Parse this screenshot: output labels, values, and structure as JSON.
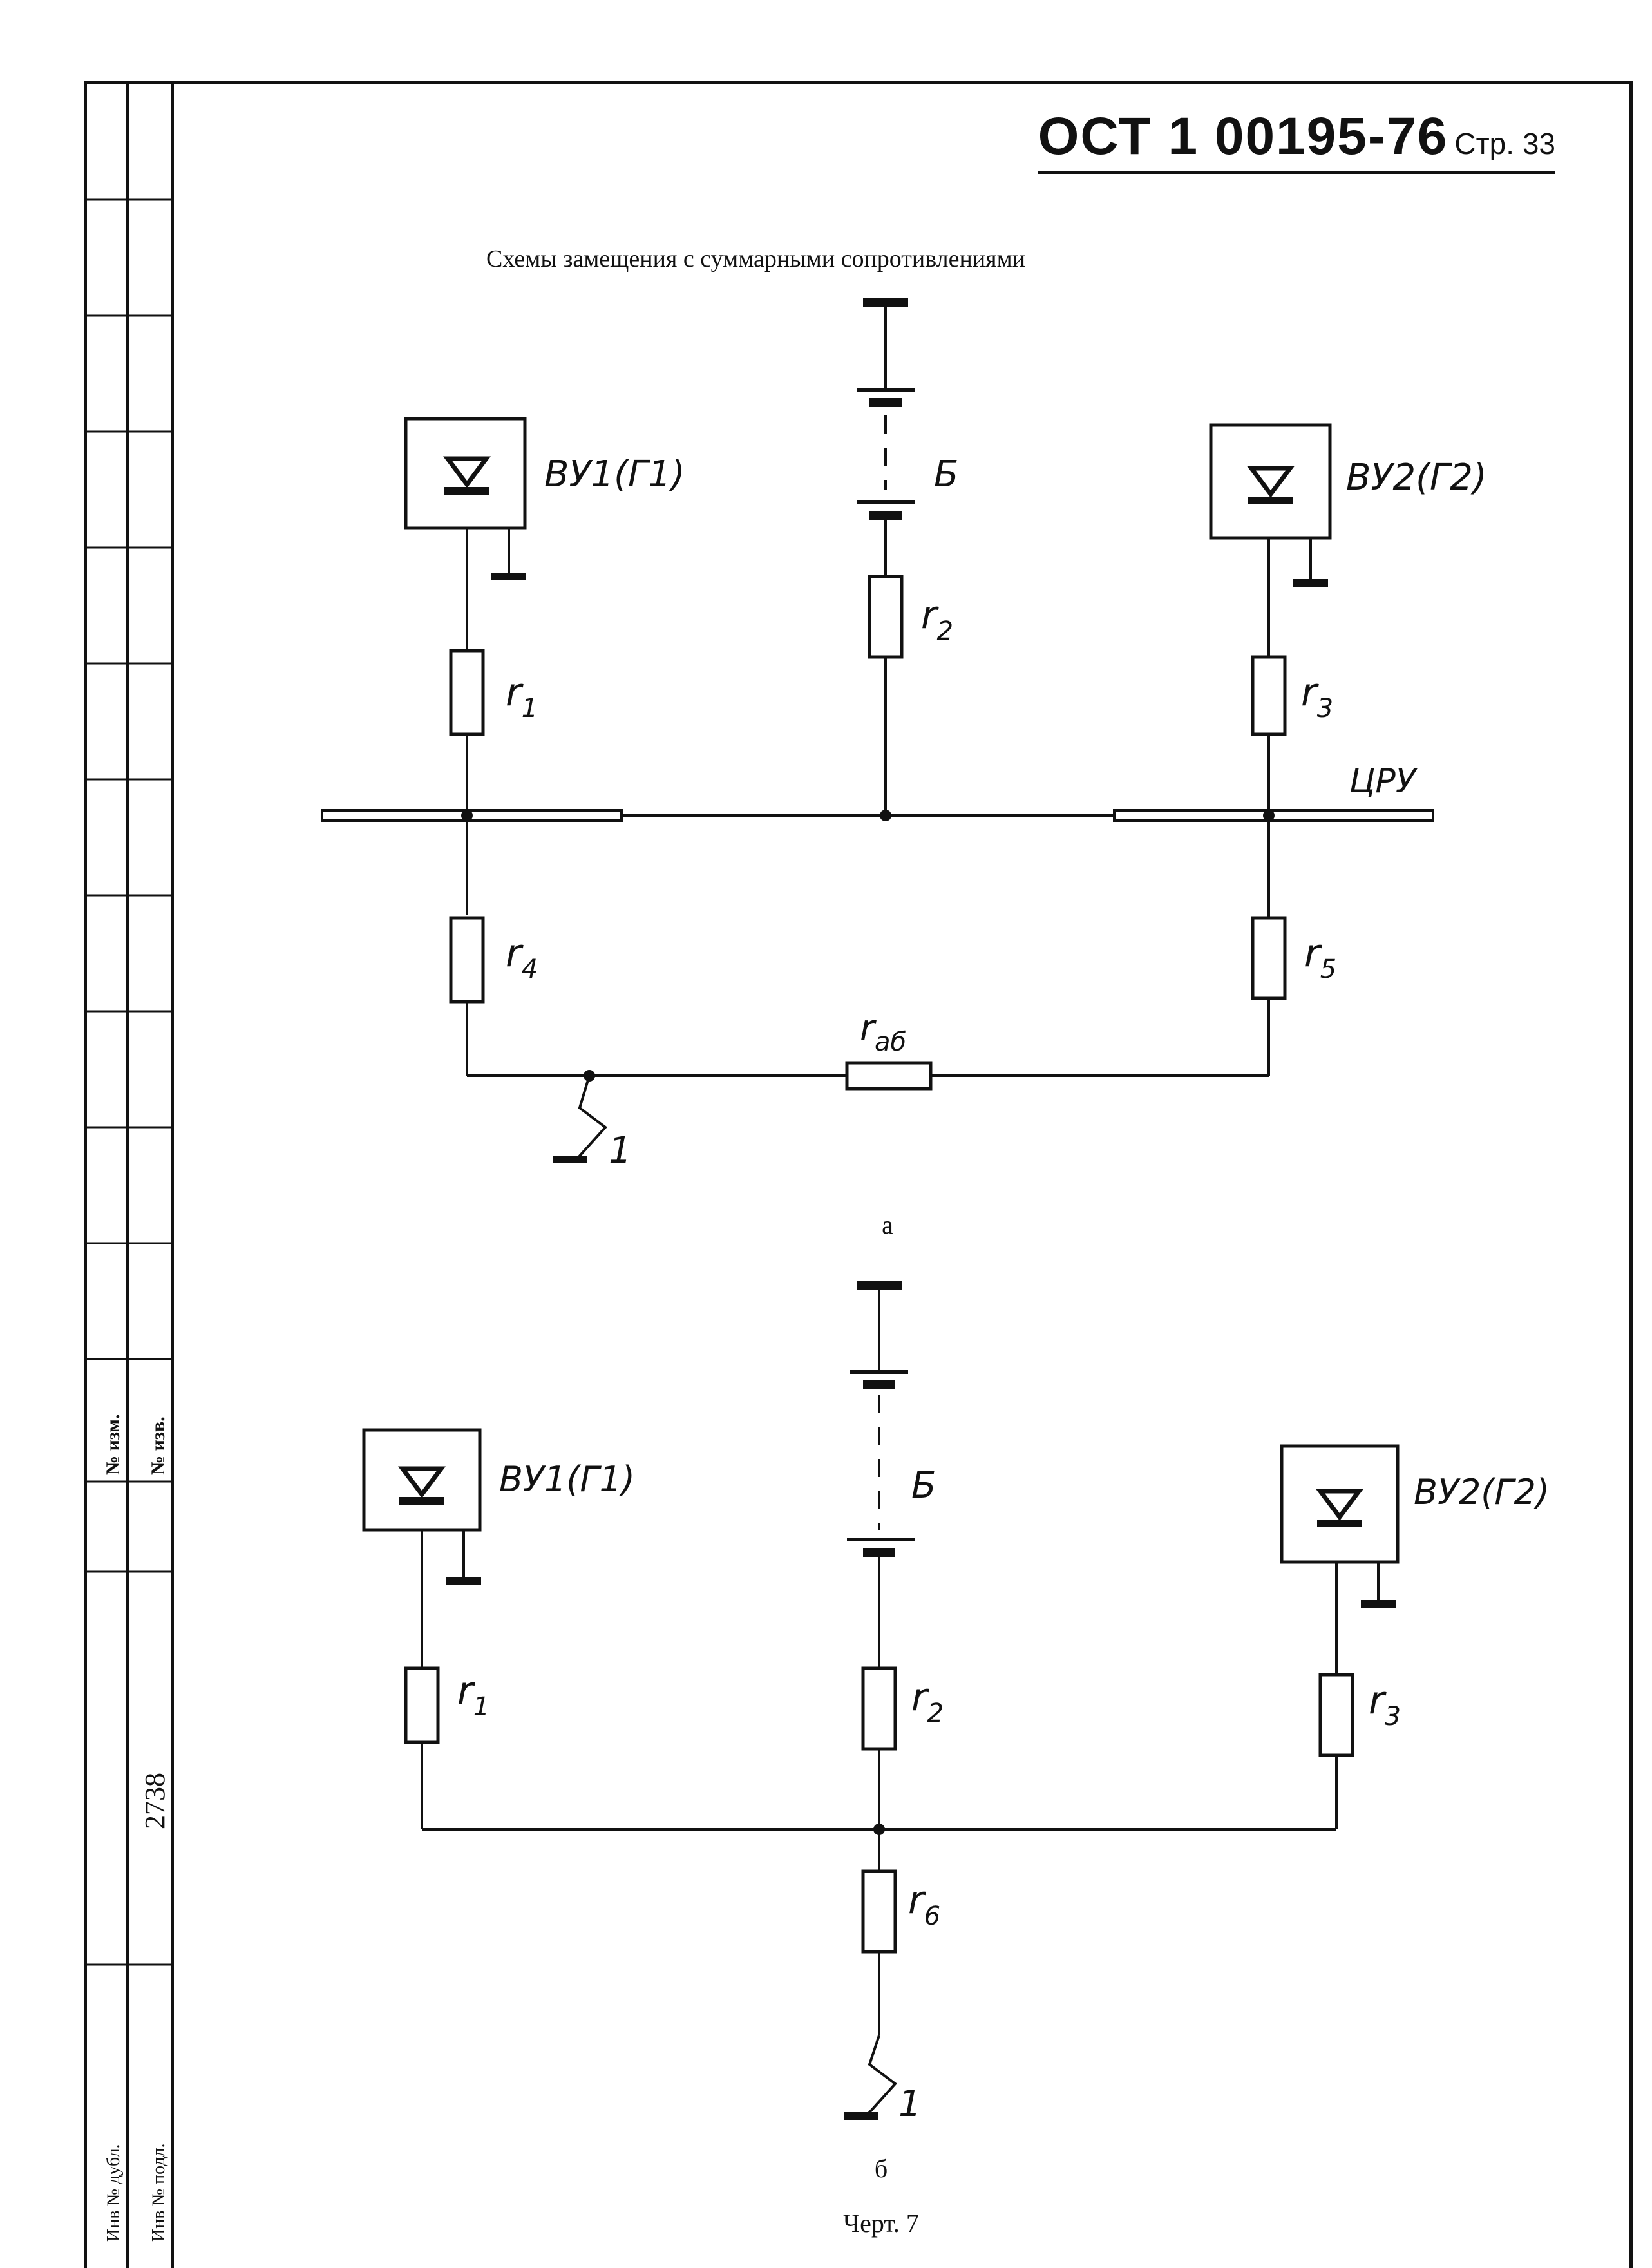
{
  "header": {
    "code": "ОСТ 1 00195-76",
    "page": "Стр. 33"
  },
  "title": "Схемы замещения с суммарными сопротивлениями",
  "diagram_a": {
    "caption": "а",
    "gen1": "ВУ1(Г1)",
    "gen2": "ВУ2(Г2)",
    "battery": "Б",
    "bus": "ЦРУ",
    "r1": "r",
    "r1_sub": "1",
    "r2": "r",
    "r2_sub": "2",
    "r3": "r",
    "r3_sub": "3",
    "r4": "r",
    "r4_sub": "4",
    "r5": "r",
    "r5_sub": "5",
    "rab": "r",
    "rab_sub": "аб",
    "fault": "1"
  },
  "diagram_b": {
    "caption": "б",
    "gen1": "ВУ1(Г1)",
    "gen2": "ВУ2(Г2)",
    "battery": "Б",
    "r1": "r",
    "r1_sub": "1",
    "r2": "r",
    "r2_sub": "2",
    "r3": "r",
    "r3_sub": "3",
    "r6": "r",
    "r6_sub": "6",
    "fault": "1"
  },
  "figure_caption": "Черт. 7",
  "side_stamp": {
    "izm": "№ изм.",
    "izv": "№ изв.",
    "number": "2738",
    "inv_dubl": "Инв № дубл.",
    "inv_podl": "Инв № подл."
  }
}
